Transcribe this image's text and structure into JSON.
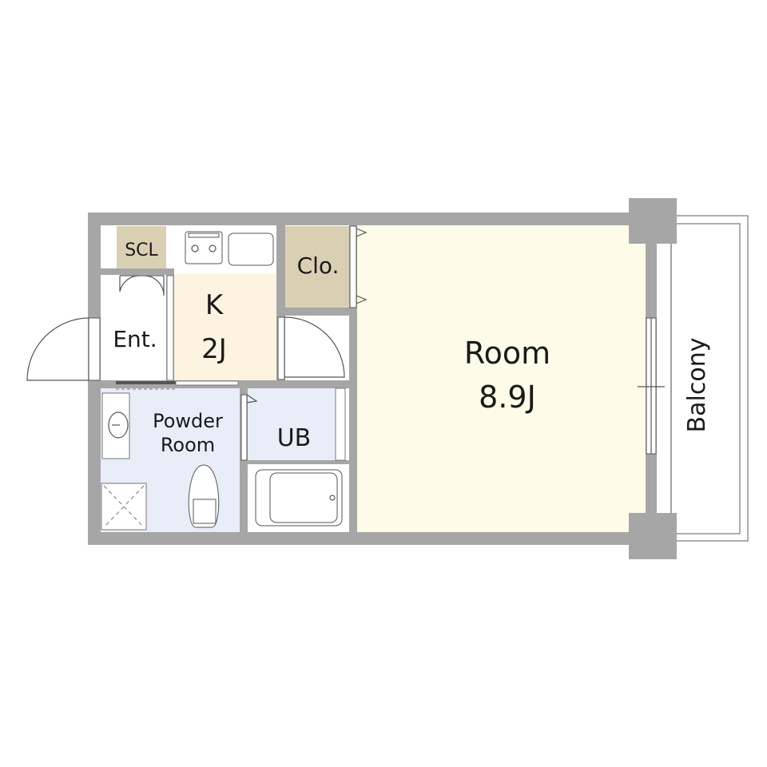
{
  "rooms": {
    "scl": {
      "label": "SCL"
    },
    "closet": {
      "label": "Clo."
    },
    "entrance": {
      "label": "Ent."
    },
    "kitchen": {
      "label": "K",
      "size": "2J"
    },
    "main_room": {
      "label": "Room",
      "size": "8.9J"
    },
    "powder_room": {
      "label_line1": "Powder",
      "label_line2": "Room"
    },
    "unit_bath": {
      "label": "UB"
    },
    "balcony": {
      "label": "Balcony"
    }
  },
  "colors": {
    "wall": "#a6a6a6",
    "room": "#fefce8",
    "kitchen": "#fdf3e1",
    "storage": "#d9d0b4",
    "wet_area": "#e8edf7"
  }
}
